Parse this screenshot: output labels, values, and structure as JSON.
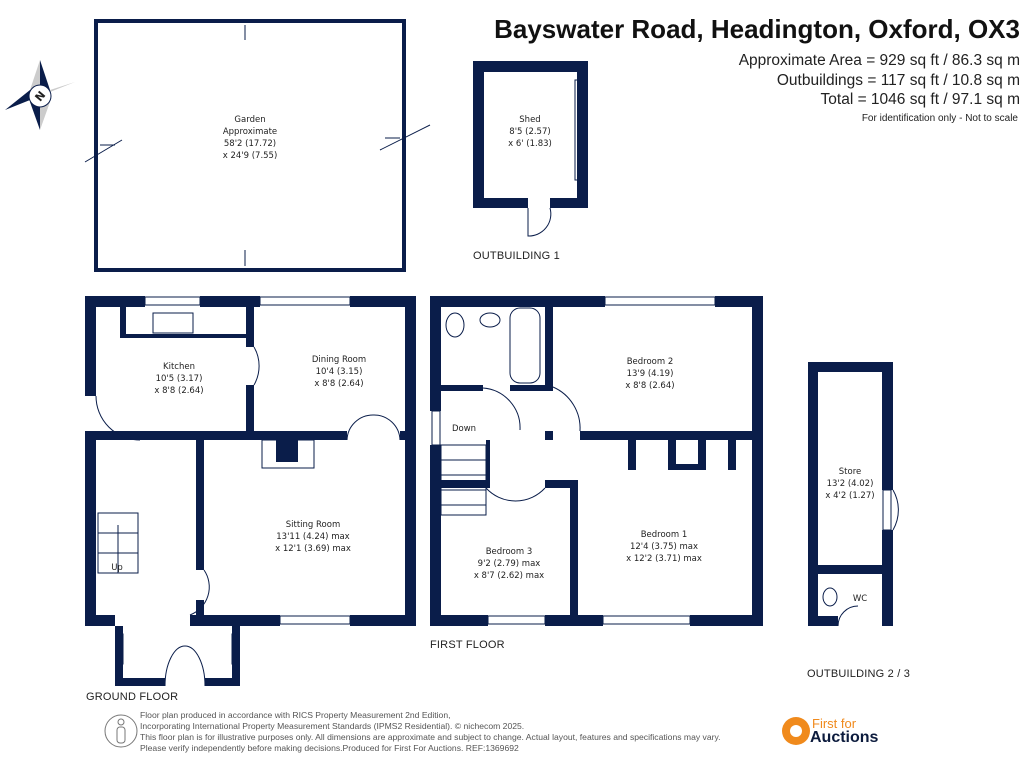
{
  "header": {
    "title": "Bayswater Road, Headington, Oxford, OX3",
    "approx_area": "Approximate Area = 929 sq ft / 86.3 sq m",
    "outbuildings": "Outbuildings = 117 sq ft / 10.8 sq m",
    "total": "Total = 1046 sq ft / 97.1 sq m",
    "note": "For identification only - Not to scale"
  },
  "colors": {
    "wall": "#0a1d4a",
    "accent": "#f08a1c"
  },
  "rooms": {
    "garden": [
      "Garden",
      "Approximate",
      "58'2 (17.72)",
      "x 24'9 (7.55)"
    ],
    "shed": [
      "Shed",
      "8'5 (2.57)",
      "x 6' (1.83)"
    ],
    "kitchen": [
      "Kitchen",
      "10'5 (3.17)",
      "x 8'8 (2.64)"
    ],
    "dining": [
      "Dining Room",
      "10'4 (3.15)",
      "x 8'8 (2.64)"
    ],
    "sitting": [
      "Sitting Room",
      "13'11 (4.24) max",
      "x 12'1 (3.69) max"
    ],
    "bedroom2": [
      "Bedroom 2",
      "13'9 (4.19)",
      "x 8'8 (2.64)"
    ],
    "bedroom1": [
      "Bedroom 1",
      "12'4 (3.75) max",
      "x 12'2 (3.71) max"
    ],
    "bedroom3": [
      "Bedroom 3",
      "9'2 (2.79) max",
      "x 8'7 (2.62) max"
    ],
    "store": [
      "Store",
      "13'2 (4.02)",
      "x 4'2 (1.27)"
    ],
    "wc": "WC",
    "up": "Up",
    "down": "Down"
  },
  "labels": {
    "outbuilding1": "OUTBUILDING 1",
    "outbuilding23": "OUTBUILDING 2 / 3",
    "ground": "GROUND FLOOR",
    "first": "FIRST FLOOR",
    "compass": "N"
  },
  "footer": {
    "lines": [
      "Floor plan produced in accordance with RICS Property Measurement 2nd Edition,",
      "Incorporating International Property Measurement Standards (IPMS2 Residential).   © nichecom 2025.",
      "This floor plan is for illustrative purposes only. All dimensions are approximate and subject to change. Actual layout, features and specifications may vary.",
      "Please verify independently before making decisions.Produced for First For Auctions.    REF:1369692"
    ],
    "logo_line1": "First for",
    "logo_line2": "Auctions"
  }
}
